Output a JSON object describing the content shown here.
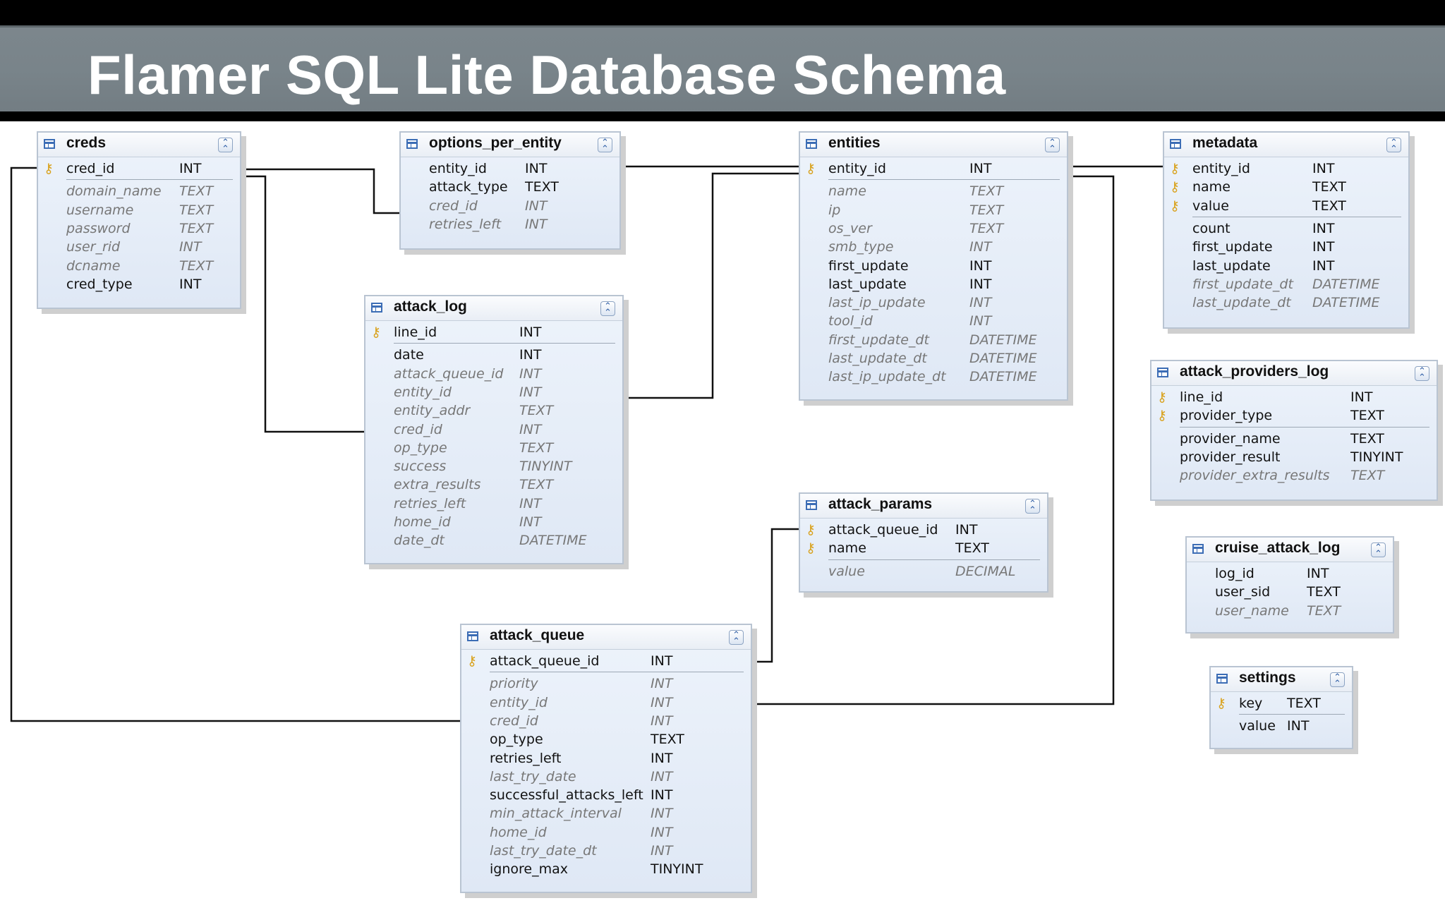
{
  "title": "Flamer SQL Lite Database Schema",
  "tables": {
    "creds": {
      "name": "creds",
      "fields": [
        {
          "name": "cred_id",
          "type": "INT"
        },
        {
          "name": "domain_name",
          "type": "TEXT"
        },
        {
          "name": "username",
          "type": "TEXT"
        },
        {
          "name": "password",
          "type": "TEXT"
        },
        {
          "name": "user_rid",
          "type": "INT"
        },
        {
          "name": "dcname",
          "type": "TEXT"
        },
        {
          "name": "cred_type",
          "type": "INT"
        }
      ]
    },
    "options_per_entity": {
      "name": "options_per_entity",
      "fields": [
        {
          "name": "entity_id",
          "type": "INT"
        },
        {
          "name": "attack_type",
          "type": "TEXT"
        },
        {
          "name": "cred_id",
          "type": "INT"
        },
        {
          "name": "retries_left",
          "type": "INT"
        }
      ]
    },
    "entities": {
      "name": "entities",
      "fields": [
        {
          "name": "entity_id",
          "type": "INT"
        },
        {
          "name": "name",
          "type": "TEXT"
        },
        {
          "name": "ip",
          "type": "TEXT"
        },
        {
          "name": "os_ver",
          "type": "TEXT"
        },
        {
          "name": "smb_type",
          "type": "INT"
        },
        {
          "name": "first_update",
          "type": "INT"
        },
        {
          "name": "last_update",
          "type": "INT"
        },
        {
          "name": "last_ip_update",
          "type": "INT"
        },
        {
          "name": "tool_id",
          "type": "INT"
        },
        {
          "name": "first_update_dt",
          "type": "DATETIME"
        },
        {
          "name": "last_update_dt",
          "type": "DATETIME"
        },
        {
          "name": "last_ip_update_dt",
          "type": "DATETIME"
        }
      ]
    },
    "metadata": {
      "name": "metadata",
      "fields": [
        {
          "name": "entity_id",
          "type": "INT"
        },
        {
          "name": "name",
          "type": "TEXT"
        },
        {
          "name": "value",
          "type": "TEXT"
        },
        {
          "name": "count",
          "type": "INT"
        },
        {
          "name": "first_update",
          "type": "INT"
        },
        {
          "name": "last_update",
          "type": "INT"
        },
        {
          "name": "first_update_dt",
          "type": "DATETIME"
        },
        {
          "name": "last_update_dt",
          "type": "DATETIME"
        }
      ]
    },
    "attack_log": {
      "name": "attack_log",
      "fields": [
        {
          "name": "line_id",
          "type": "INT"
        },
        {
          "name": "date",
          "type": "INT"
        },
        {
          "name": "attack_queue_id",
          "type": "INT"
        },
        {
          "name": "entity_id",
          "type": "INT"
        },
        {
          "name": "entity_addr",
          "type": "TEXT"
        },
        {
          "name": "cred_id",
          "type": "INT"
        },
        {
          "name": "op_type",
          "type": "TEXT"
        },
        {
          "name": "success",
          "type": "TINYINT"
        },
        {
          "name": "extra_results",
          "type": "TEXT"
        },
        {
          "name": "retries_left",
          "type": "INT"
        },
        {
          "name": "home_id",
          "type": "INT"
        },
        {
          "name": "date_dt",
          "type": "DATETIME"
        }
      ]
    },
    "attack_providers_log": {
      "name": "attack_providers_log",
      "fields": [
        {
          "name": "line_id",
          "type": "INT"
        },
        {
          "name": "provider_type",
          "type": "TEXT"
        },
        {
          "name": "provider_name",
          "type": "TEXT"
        },
        {
          "name": "provider_result",
          "type": "TINYINT"
        },
        {
          "name": "provider_extra_results",
          "type": "TEXT"
        }
      ]
    },
    "attack_params": {
      "name": "attack_params",
      "fields": [
        {
          "name": "attack_queue_id",
          "type": "INT"
        },
        {
          "name": "name",
          "type": "TEXT"
        },
        {
          "name": "value",
          "type": "DECIMAL"
        }
      ]
    },
    "cruise_attack_log": {
      "name": "cruise_attack_log",
      "fields": [
        {
          "name": "log_id",
          "type": "INT"
        },
        {
          "name": "user_sid",
          "type": "TEXT"
        },
        {
          "name": "user_name",
          "type": "TEXT"
        }
      ]
    },
    "attack_queue": {
      "name": "attack_queue",
      "fields": [
        {
          "name": "attack_queue_id",
          "type": "INT"
        },
        {
          "name": "priority",
          "type": "INT"
        },
        {
          "name": "entity_id",
          "type": "INT"
        },
        {
          "name": "cred_id",
          "type": "INT"
        },
        {
          "name": "op_type",
          "type": "TEXT"
        },
        {
          "name": "retries_left",
          "type": "INT"
        },
        {
          "name": "last_try_date",
          "type": "INT"
        },
        {
          "name": "successful_attacks_left",
          "type": "INT"
        },
        {
          "name": "min_attack_interval",
          "type": "INT"
        },
        {
          "name": "home_id",
          "type": "INT"
        },
        {
          "name": "last_try_date_dt",
          "type": "INT"
        },
        {
          "name": "ignore_max",
          "type": "TINYINT"
        }
      ]
    },
    "settings": {
      "name": "settings",
      "fields": [
        {
          "name": "key",
          "type": "TEXT"
        },
        {
          "name": "value",
          "type": "INT"
        }
      ]
    }
  },
  "icons": {
    "table": "table-icon",
    "key": "primary-key-icon",
    "collapse": "collapse-chevron-icon"
  },
  "colors": {
    "banner": "#79848a",
    "line": "#111111",
    "key": "#d9a21d",
    "optional_text": "#777777"
  }
}
